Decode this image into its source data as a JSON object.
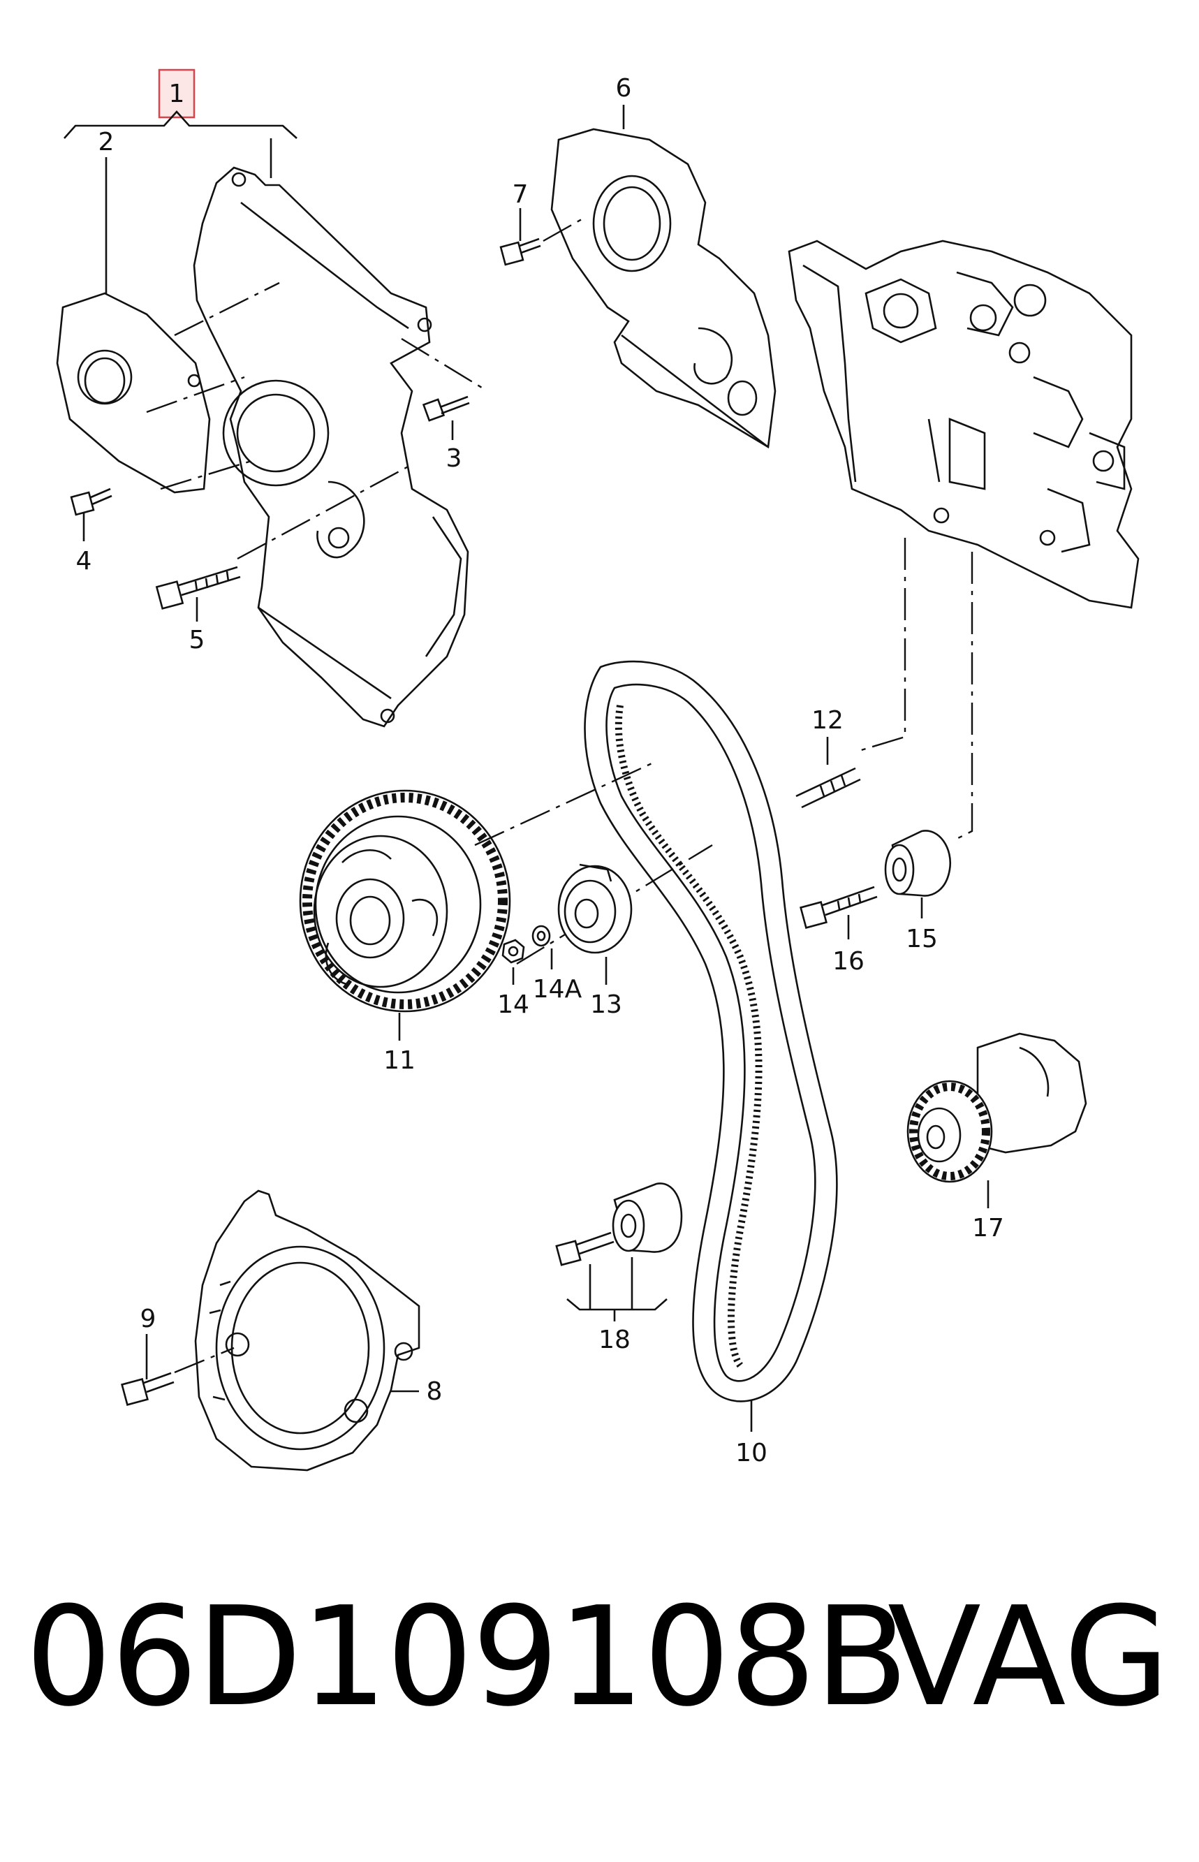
{
  "callouts": {
    "c1": "1",
    "c2": "2",
    "c3": "3",
    "c4": "4",
    "c5": "5",
    "c6": "6",
    "c7": "7",
    "c8": "8",
    "c9": "9",
    "c10": "10",
    "c11": "11",
    "c12": "12",
    "c13": "13",
    "c14": "14",
    "c14a": "14A",
    "c15": "15",
    "c16": "16",
    "c17": "17",
    "c18": "18"
  },
  "footer": {
    "part_number": "06D109108B",
    "brand": "VAG"
  },
  "colors": {
    "highlight_fill": "#fde6e6",
    "highlight_stroke": "#d9434a"
  }
}
